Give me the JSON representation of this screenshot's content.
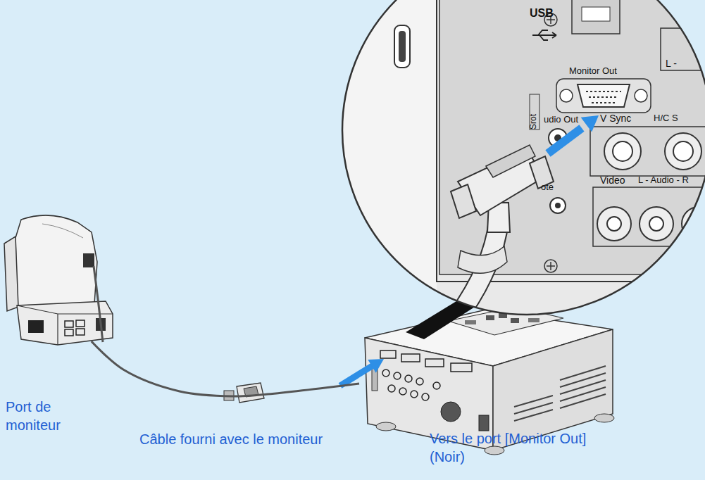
{
  "diagram": {
    "nodes": [
      {
        "text": [
          "Port de moniteur"
        ]
      },
      {
        "text": [
          "Vers le port [Monitor Out] (Noir)"
        ]
      }
    ],
    "edges": [
      {
        "from": 0,
        "to": 1,
        "arrow": "none",
        "label": "Câble fourni avec le moniteur"
      }
    ],
    "labels": [
      "USB",
      "Monitor Out",
      "Srot",
      "udio Out",
      "V Sync",
      "H/C S",
      "ote",
      "Video",
      "L - Audio - R",
      "L -"
    ]
  }
}
